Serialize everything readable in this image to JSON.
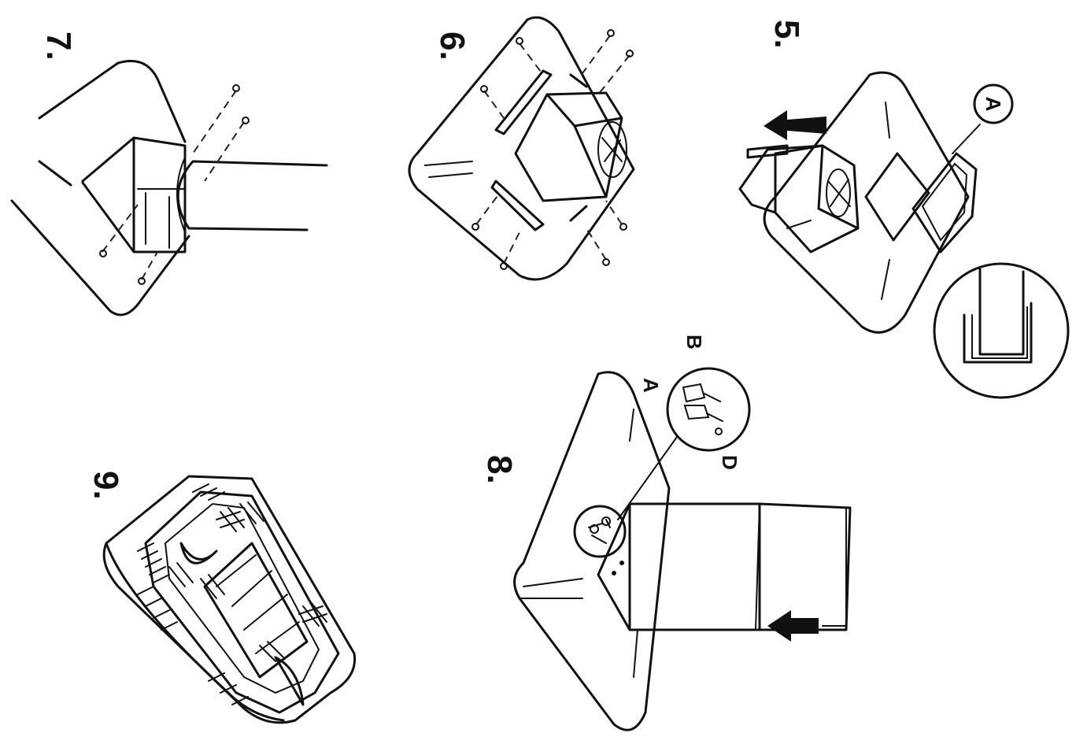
{
  "steps": [
    {
      "id": "step-5",
      "number": "5."
    },
    {
      "id": "step-6",
      "number": "6."
    },
    {
      "id": "step-7",
      "number": "7."
    },
    {
      "id": "step-8",
      "number": "8."
    },
    {
      "id": "step-9",
      "number": "9."
    }
  ],
  "callouts": {
    "step5_part": "A",
    "step8_b": "B",
    "step8_a": "A",
    "step8_d": "D"
  },
  "orientation": "rotated 90° clockwise",
  "colors": {
    "ink": "#111111",
    "paper": "#ffffff"
  }
}
